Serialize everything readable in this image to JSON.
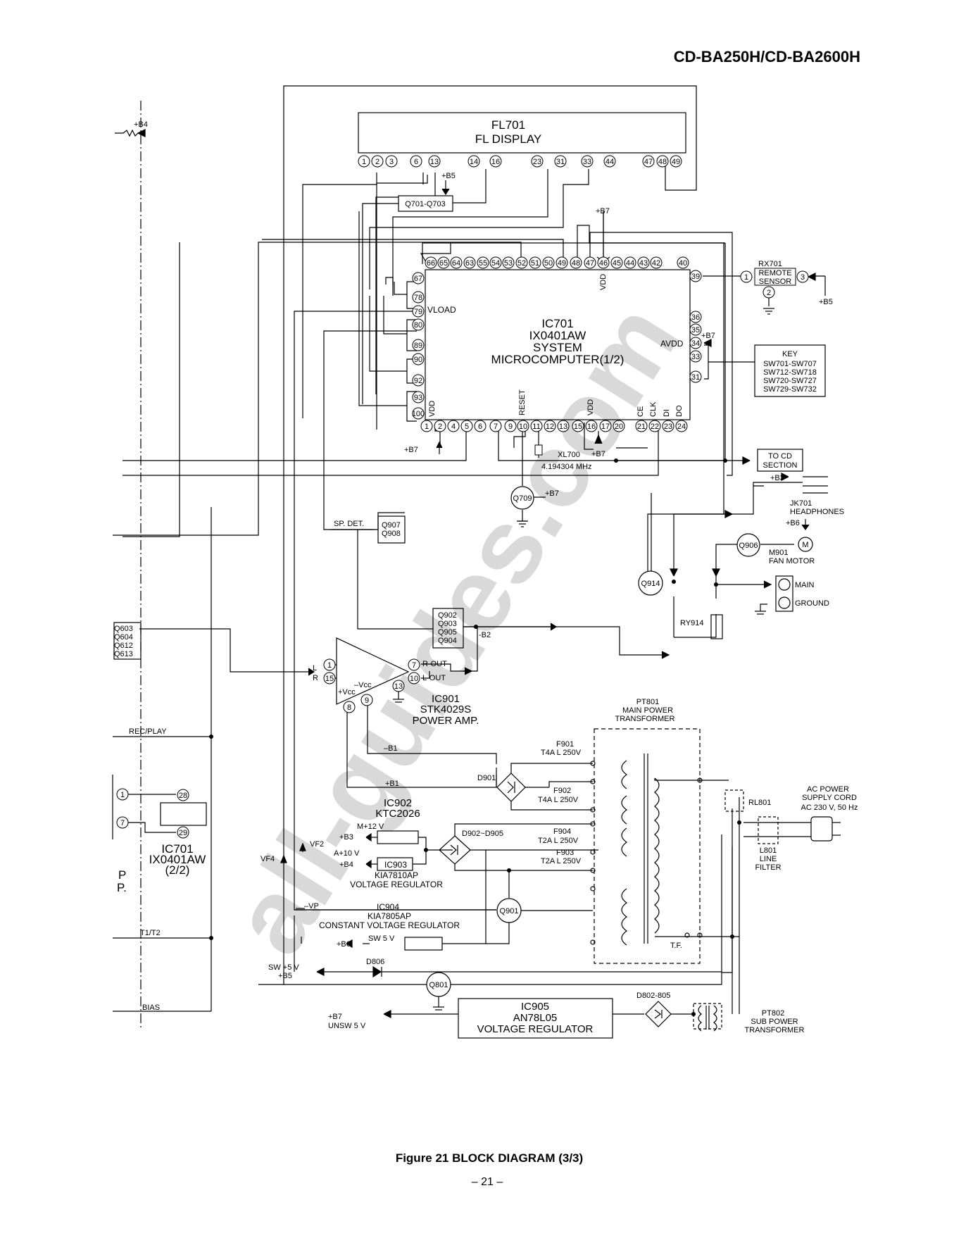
{
  "header": {
    "model": "CD-BA250H/CD-BA2600H"
  },
  "footer": {
    "caption": "Figure 21 BLOCK DIAGRAM (3/3)",
    "page": "– 21 –"
  },
  "watermark": "all-guides.com",
  "colors": {
    "line": "#000000",
    "watermark": "#d9d9d9"
  },
  "fl701": {
    "name": "FL701",
    "desc": "FL DISPLAY",
    "pins": [
      "1",
      "2",
      "3",
      "6",
      "13",
      "14",
      "16",
      "23",
      "31",
      "33",
      "44",
      "47",
      "48",
      "49"
    ]
  },
  "ic701": {
    "name": "IC701",
    "part": "IX0401AW",
    "desc1": "SYSTEM",
    "desc2": "MICROCOMPUTER(1/2)",
    "top_pins": [
      "66",
      "65",
      "64",
      "63",
      "55",
      "54",
      "53",
      "52",
      "51",
      "50",
      "49",
      "48",
      "47",
      "46",
      "45",
      "44",
      "43",
      "42",
      "40"
    ],
    "left_pins": [
      "67",
      "78",
      "79",
      "80",
      "89",
      "90",
      "92",
      "93",
      "100"
    ],
    "right_pins": [
      "39",
      "36",
      "35",
      "34",
      "33",
      "31"
    ],
    "bottom_pins": [
      "1",
      "2",
      "4",
      "5",
      "6",
      "7",
      "9",
      "10",
      "11",
      "12",
      "13",
      "15",
      "16",
      "17",
      "20",
      "21",
      "22",
      "23",
      "24"
    ],
    "vload": "VLOAD",
    "avdd": "AVDD",
    "vdd": "VDD",
    "reset": "RESET",
    "ce": "CE",
    "clk": "CLK",
    "di": "DI",
    "do": "DO"
  },
  "ic701_2": {
    "name": "IC701",
    "part": "IX0401AW",
    "unit": "(2/2)",
    "pin_left_1": "1",
    "pin_left_7": "7",
    "pin_28": "28",
    "pin_29": "29"
  },
  "rx701": {
    "name": "RX701",
    "desc1": "REMOTE",
    "desc2": "SENSOR",
    "p1": "1",
    "p2": "2",
    "p3": "3"
  },
  "key": {
    "title": "KEY",
    "lines": [
      "SW701-SW707",
      "SW712-SW718",
      "SW720-SW727",
      "SW729-SW732"
    ]
  },
  "q701": "Q701-Q703",
  "xl700": {
    "name": "XL700",
    "freq": "4.194304 MHz"
  },
  "to_cd": {
    "l1": "TO  CD",
    "l2": "SECTION"
  },
  "jk701": {
    "name": "JK701",
    "desc": "HEADPHONES"
  },
  "m901": {
    "name": "M901",
    "desc": "FAN  MOTOR",
    "symbol": "M"
  },
  "q906": "Q906",
  "q914": "Q914",
  "q709": "Q709",
  "q901": "Q901",
  "q801": "Q801",
  "q907": [
    "Q907",
    "Q908"
  ],
  "q902": [
    "Q902",
    "Q903",
    "Q905",
    "Q904"
  ],
  "q603": [
    "Q603",
    "Q604",
    "Q612",
    "Q613"
  ],
  "ry914": "RY914",
  "main_ground": {
    "main": "MAIN",
    "ground": "GROUND"
  },
  "ic901": {
    "name": "IC901",
    "part": "STK4029S",
    "desc": "POWER AMP.",
    "l": "L",
    "r": "R",
    "rout": "R-OUT",
    "lout": "L-OUT",
    "vcc_minus": "–Vcc",
    "vcc_plus": "+Vcc",
    "pins": [
      "1",
      "15",
      "7",
      "10",
      "13",
      "9",
      "8"
    ]
  },
  "ic902": {
    "name": "IC902",
    "part": "KTC2026",
    "m12": "M+12 V",
    "b3": "+B3"
  },
  "ic903": {
    "name": "IC903",
    "part": "KIA7810AP",
    "desc": "VOLTAGE REGULATOR",
    "a10": "A+10 V",
    "b4": "+B4"
  },
  "ic904": {
    "name": "IC904",
    "part": "KIA7805AP",
    "desc": "CONSTANT VOLTAGE REGULATOR",
    "sw5": "SW  5 V",
    "b6": "+B6"
  },
  "ic905": {
    "name": "IC905",
    "part": "AN78L05",
    "desc": "VOLTAGE  REGULATOR"
  },
  "pt801": {
    "name": "PT801",
    "d1": "MAIN  POWER",
    "d2": "TRANSFORMER",
    "tf": "T.F."
  },
  "pt802": {
    "name": "PT802",
    "d1": "SUB  POWER",
    "d2": "TRANSFORMER"
  },
  "fuses": [
    {
      "name": "F901",
      "rating": "T4A  L 250V"
    },
    {
      "name": "F902",
      "rating": "T4A  L 250V"
    },
    {
      "name": "F904",
      "rating": "T2A  L 250V"
    },
    {
      "name": "F903",
      "rating": "T2A  L 250V"
    }
  ],
  "d901": "D901",
  "d902": "D902~D905",
  "d806": "D806",
  "d802": "D802-805",
  "rl801": "RL801",
  "l801": {
    "name": "L801",
    "d1": "LINE",
    "d2": "FILTER"
  },
  "ac": {
    "l1": "AC  POWER",
    "l2": "SUPPLY  CORD",
    "l3": "AC 230 V, 50 Hz"
  },
  "rails": {
    "b4": "+B4",
    "b5": "+B5",
    "b6": "+B6",
    "b7": "+B7",
    "b3": "+B3",
    "minus_b1": "–B1",
    "plus_b1": "+B1",
    "minus_b2": "-B2",
    "vf2": "VF2",
    "vf4": "VF4",
    "minus_vp": "–VP",
    "sw5_1": "SW  +5 V",
    "unsw5_1": "+B7",
    "unsw5_2": "UNSW  5 V"
  },
  "misc": {
    "sp_det": "SP.  DET.",
    "rec_play": "REC/PLAY",
    "t1t2": "T1/T2",
    "bias": "BIAS",
    "p1": "P",
    "p2": "P."
  }
}
